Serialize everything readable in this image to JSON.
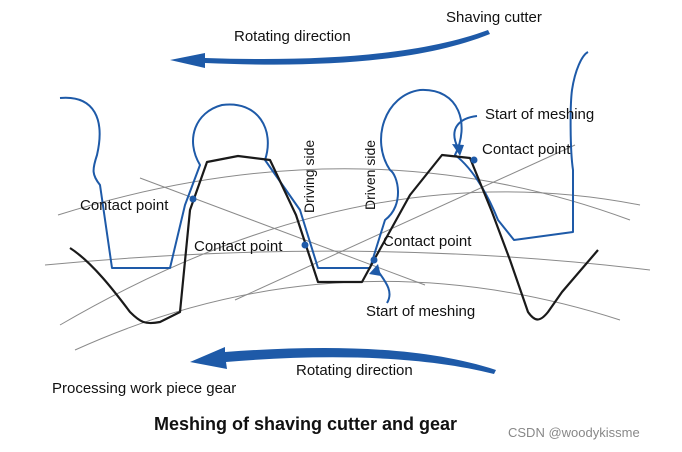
{
  "labels": {
    "shaving_cutter": "Shaving cutter",
    "rotating_direction_top": "Rotating direction",
    "start_of_meshing_top": "Start of meshing",
    "contact_point_right_top": "Contact point",
    "contact_point_left": "Contact point",
    "driving_side": "Driving side",
    "driven_side": "Driven side",
    "contact_point_center": "Contact point",
    "contact_point_right": "Contact point",
    "start_of_meshing_bottom": "Start of meshing",
    "rotating_direction_bottom": "Rotating direction",
    "processing_gear": "Processing work piece gear"
  },
  "caption": "Meshing of shaving cutter and gear",
  "watermark": "CSDN @woodykissme",
  "colors": {
    "cutter": "#1e5aa8",
    "gear": "#1a1a1a",
    "guide": "#8a8a8a"
  }
}
